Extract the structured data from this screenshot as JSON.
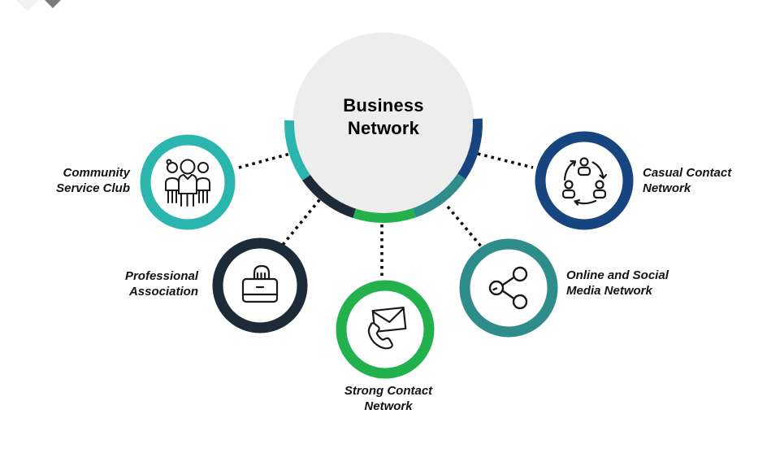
{
  "center": {
    "label": "Business\nNetwork",
    "fill": "#EDEDED"
  },
  "nodes": [
    {
      "id": "community-service-club",
      "label": "Community\nService Club",
      "color": "#2CB5AE",
      "icon": "people-group-icon"
    },
    {
      "id": "professional-association",
      "label": "Professional\nAssociation",
      "color": "#1D2B39",
      "icon": "briefcase-hand-icon"
    },
    {
      "id": "strong-contact-network",
      "label": "Strong Contact\nNetwork",
      "color": "#22B14C",
      "icon": "phone-envelope-icon"
    },
    {
      "id": "online-social-media-network",
      "label": "Online and Social\nMedia Network",
      "color": "#2E8C8A",
      "icon": "share-nodes-icon"
    },
    {
      "id": "casual-contact-network",
      "label": "Casual Contact\nNetwork",
      "color": "#17457F",
      "icon": "people-cycle-icon"
    }
  ],
  "colors": {
    "connector": "#0d0d0d",
    "icon_stroke": "#1a1a1a",
    "diamond_light": "#f2f2f2",
    "diamond_dark": "#7b7b7b",
    "background": "#ffffff"
  }
}
